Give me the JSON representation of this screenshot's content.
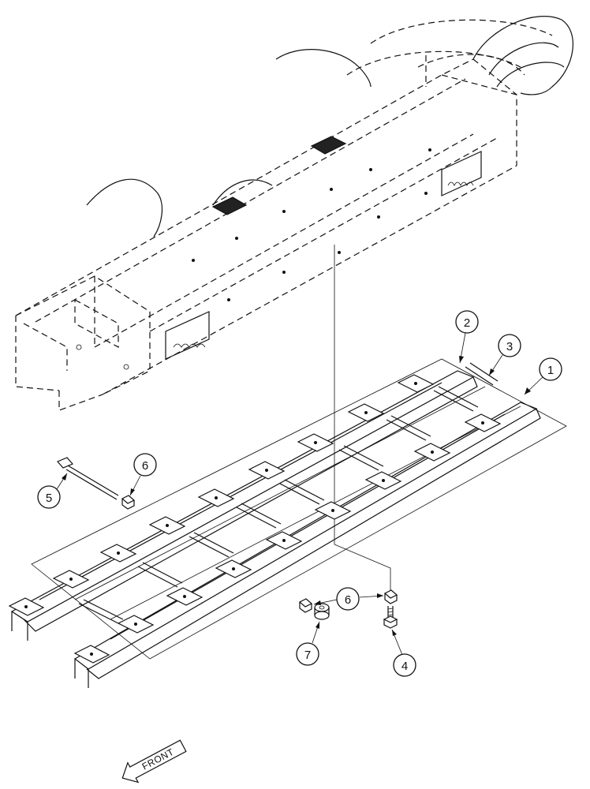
{
  "callouts": [
    {
      "id": "c1",
      "label": "1"
    },
    {
      "id": "c2",
      "label": "2"
    },
    {
      "id": "c3",
      "label": "3"
    },
    {
      "id": "c4",
      "label": "4"
    },
    {
      "id": "c5",
      "label": "5"
    },
    {
      "id": "c6a",
      "label": "6"
    },
    {
      "id": "c6b",
      "label": "6"
    },
    {
      "id": "c7",
      "label": "7"
    }
  ],
  "front_arrow": {
    "label": "FRONT"
  }
}
